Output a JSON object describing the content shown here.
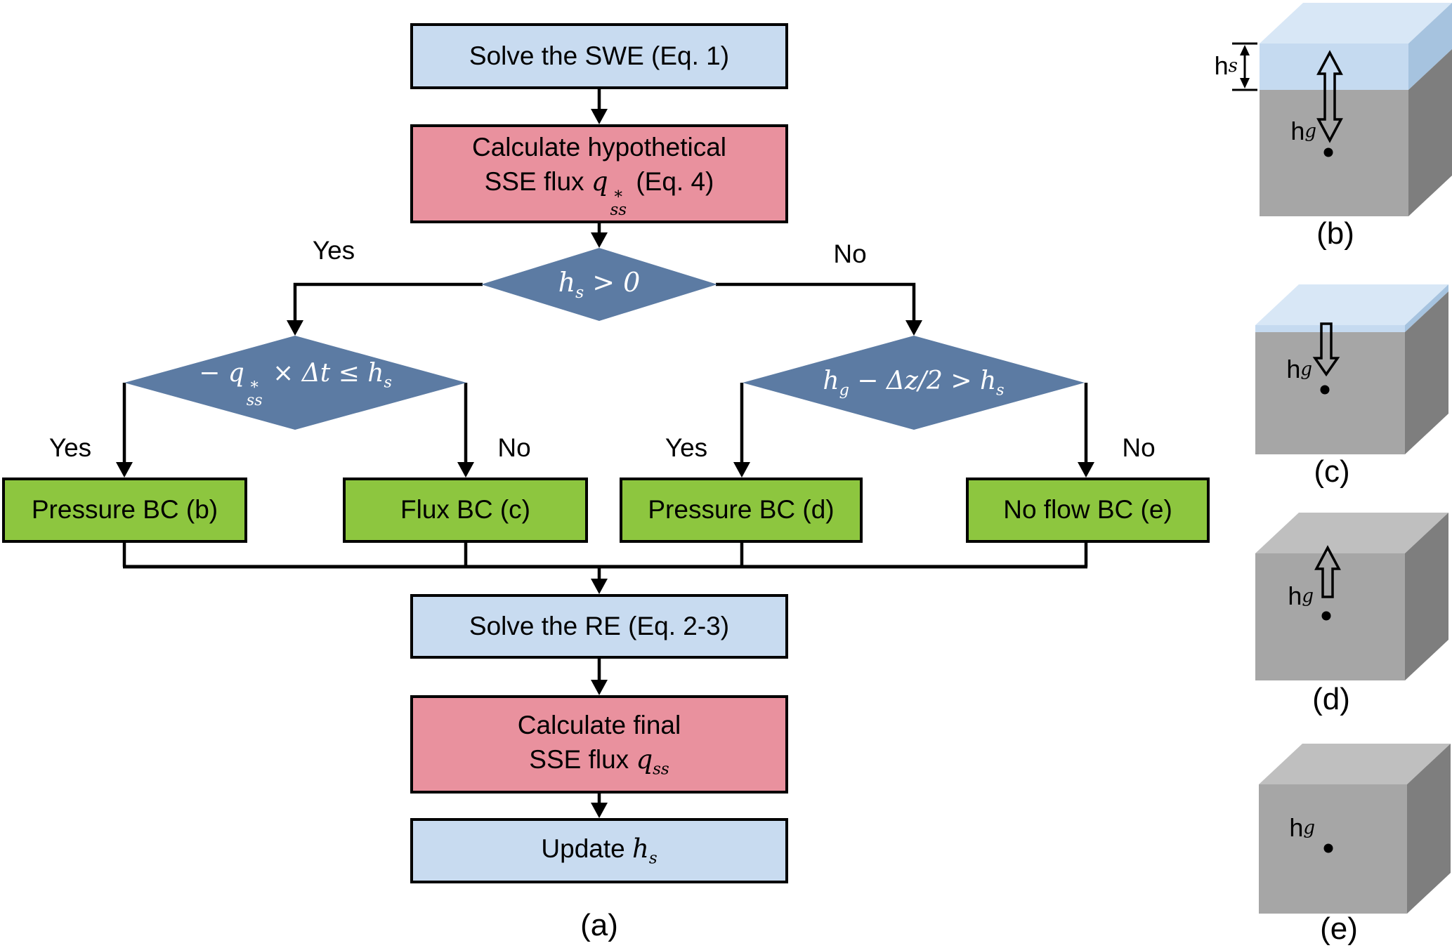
{
  "colors": {
    "process_blue": "#C8DBF0",
    "flux_pink": "#E9919E",
    "bc_green": "#8DC63F",
    "decision_slate": "#5C7BA3",
    "soil_front": "#A6A6A6",
    "soil_side": "#7E7E7E",
    "soil_top": "#BFBFBF",
    "water_top": "#D8E7F6",
    "water_front": "#C5DAF0",
    "water_side": "#A6C3DF",
    "line_black": "#000000"
  },
  "flowchart": {
    "panel_label": "(a)",
    "boxes": {
      "solve_swe": "Solve the SWE (Eq. 1)",
      "calc_hyp_line1": "Calculate hypothetical",
      "calc_hyp_prefix": "SSE flux ",
      "calc_hyp_suffix": " (Eq. 4)",
      "solve_re": "Solve the RE (Eq. 2-3)",
      "calc_final_line1": "Calculate final",
      "calc_final_prefix": "SSE flux ",
      "update_prefix": "Update "
    },
    "bc": {
      "pressure_b": "Pressure BC (b)",
      "flux_c": "Flux BC (c)",
      "pressure_d": "Pressure BC (d)",
      "noflow_e": "No flow BC (e)"
    },
    "branch": {
      "yes1": "Yes",
      "no1": "No",
      "yes2": "Yes",
      "no2": "No",
      "yes3": "Yes",
      "no3": "No"
    },
    "d1": {
      "h": "h",
      "hsub": "s",
      "p1": " > 0"
    },
    "d2": {
      "p1": "− ",
      "q": "q",
      "qsup": "*",
      "qsub": "ss",
      "p2": " × Δ",
      "t": "t",
      "p3": " ≤ ",
      "h": "h",
      "hsub": "s"
    },
    "d3": {
      "h": "h",
      "hsub": "g",
      "p1": " − Δ",
      "z": "z",
      "p2": "/2 > ",
      "h2": "h",
      "h2sub": "s"
    },
    "math": {
      "q": "q",
      "qsup": "*",
      "qsub": "ss",
      "h": "h",
      "hsub": "s"
    }
  },
  "cubes": {
    "b": {
      "label": "(b)",
      "hs": {
        "base": "h",
        "sub": "s"
      },
      "hg": {
        "base": "h",
        "sub": "g"
      }
    },
    "c": {
      "label": "(c)",
      "hg": {
        "base": "h",
        "sub": "g"
      }
    },
    "d": {
      "label": "(d)",
      "hg": {
        "base": "h",
        "sub": "g"
      }
    },
    "e": {
      "label": "(e)",
      "hg": {
        "base": "h",
        "sub": "g"
      }
    }
  }
}
